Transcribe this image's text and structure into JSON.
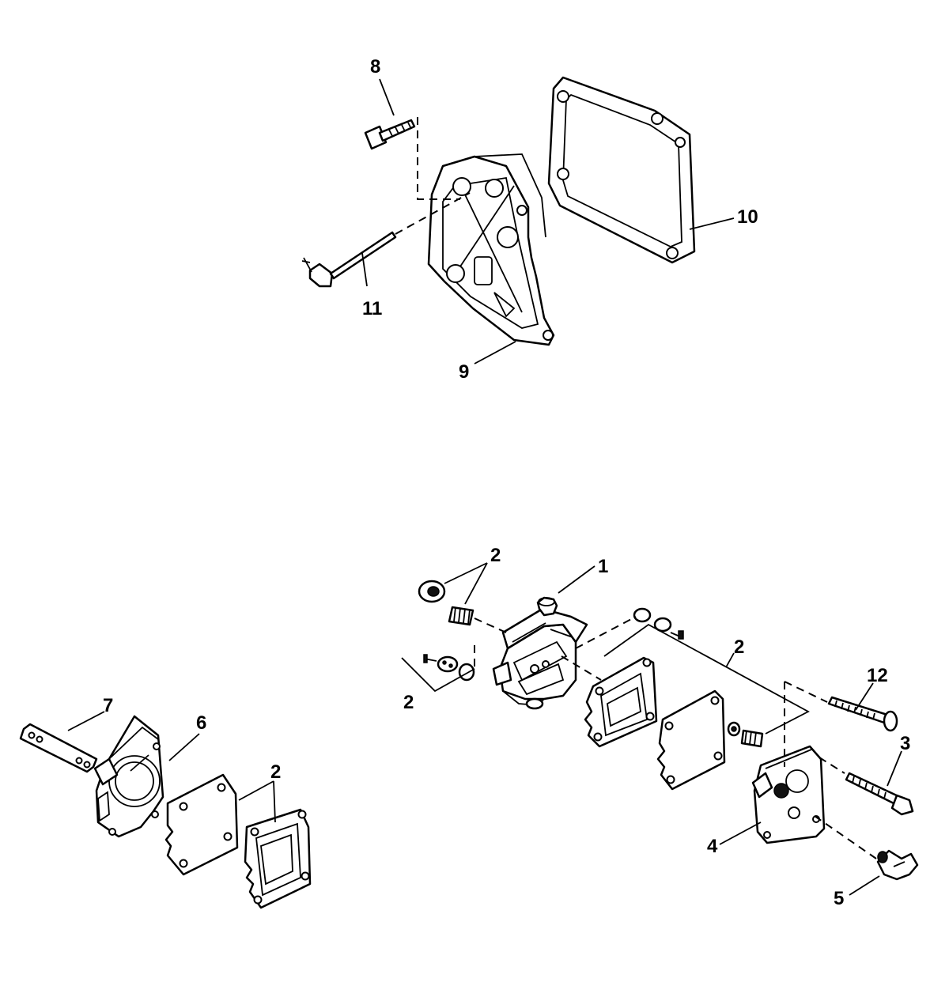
{
  "callouts": {
    "c1": "1",
    "c2a": "2",
    "c2b": "2",
    "c2c": "2",
    "c2d": "2",
    "c3": "3",
    "c4": "4",
    "c5": "5",
    "c6": "6",
    "c7": "7",
    "c8": "8",
    "c9": "9",
    "c10": "10",
    "c11": "11",
    "c12": "12"
  }
}
